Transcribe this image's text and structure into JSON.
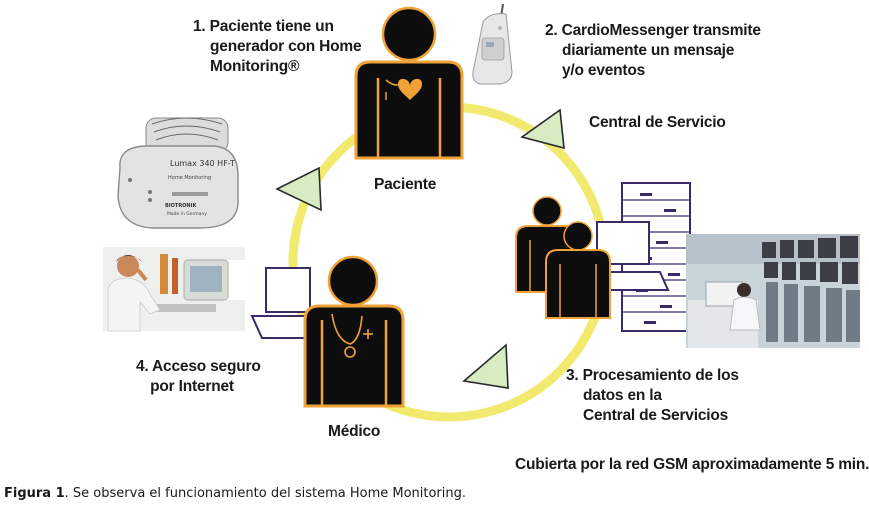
{
  "diagram": {
    "steps": {
      "step1": [
        "1. Paciente tiene un",
        "generador con Home",
        "Monitoring®"
      ],
      "step2": [
        "2. CardioMessenger transmite",
        "diariamente un mensaje",
        "y/o eventos"
      ],
      "step3": [
        "3. Procesamiento de los",
        "datos en la",
        "Central de Servicios"
      ],
      "step4": [
        "4. Acceso seguro",
        "por Internet"
      ]
    },
    "roles": {
      "patient": "Paciente",
      "service_center": "Central de Servicio",
      "doctor": "Médico"
    },
    "coverage_note": "Cubierta por la red GSM aproximadamente 5 min.",
    "device": {
      "model_label": "Lumax 340 HF-T",
      "sub_label": "Home Monitoring",
      "brand_label": "BIOTRONIK",
      "origin_label": "Made in Germany"
    }
  },
  "caption": {
    "prefix": "Figura 1",
    "text": ". Se observa el funcionamiento del sistema Home Monitoring."
  },
  "colors": {
    "ring": "#f2ea6e",
    "arrow_fill": "#d8ecc4",
    "figure_fill": "#0d0d0d",
    "figure_outline": "#f0a236",
    "heart": "#f0a236",
    "laptop_outline": "#3a2a6a"
  }
}
